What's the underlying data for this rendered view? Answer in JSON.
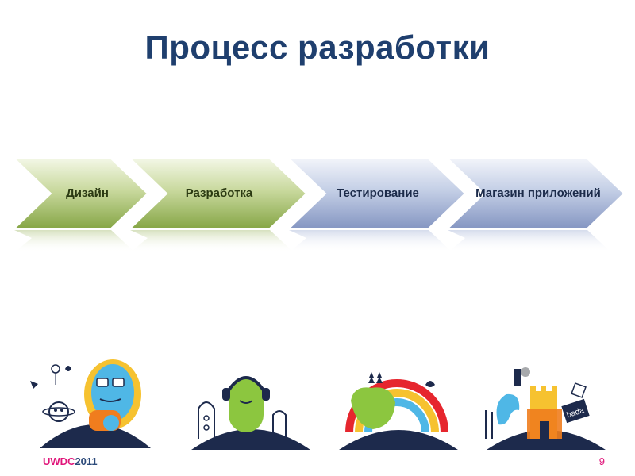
{
  "slide": {
    "title": "Процесс разработки",
    "page_number": "9"
  },
  "process": {
    "steps": [
      {
        "label": "Дизайн",
        "color": "#7a9a3c"
      },
      {
        "label": "Разработка",
        "color": "#7a9a3c"
      },
      {
        "label": "Тестирование",
        "color": "#8b9fc8"
      },
      {
        "label": "Магазин приложений",
        "color": "#8b9fc8"
      }
    ]
  },
  "footer": {
    "brand_prefix": "UWDC",
    "brand_year": "2011"
  },
  "illustrations": [
    {
      "icon": "globe-faces-icon"
    },
    {
      "icon": "headphones-character-icon"
    },
    {
      "icon": "rainbow-hill-icon"
    },
    {
      "icon": "castle-bada-icon"
    }
  ],
  "colors": {
    "title": "#1f3f6e",
    "accent": "#e0157a",
    "green_step": "#7a9a3c",
    "blue_step": "#8b9fc8"
  }
}
